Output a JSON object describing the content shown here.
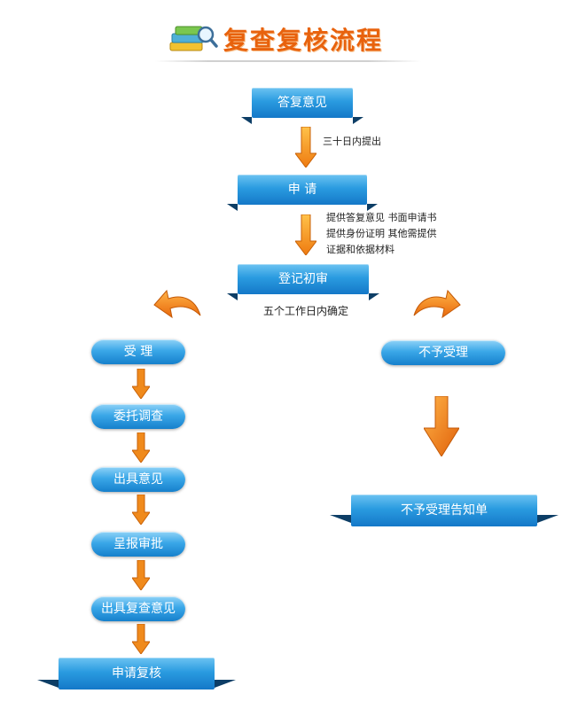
{
  "header": {
    "title": "复查复核流程",
    "icon": "books-magnifier-icon"
  },
  "colors": {
    "ribbon_blue": "#1a86d0",
    "arrow_orange": "#f08a1c",
    "title_orange": "#e8620d"
  },
  "nodes": {
    "reply_opinion": "答复意见",
    "apply": "申  请",
    "register_review": "登记初审",
    "accept": "受  理",
    "commission_investigation": "委托调查",
    "issue_opinion": "出具意见",
    "submit_approval": "呈报审批",
    "issue_review_opinion": "出具复查意见",
    "apply_recheck": "申请复核",
    "not_accept": "不予受理",
    "not_accept_notice": "不予受理告知单"
  },
  "notes": {
    "within_30_days": "三十日内提出",
    "provide_docs_line1": "提供答复意见  书面申请书",
    "provide_docs_line2": "提供身份证明  其他需提供",
    "provide_docs_line3": "证据和依据材料",
    "five_days": "五个工作日内确定"
  }
}
